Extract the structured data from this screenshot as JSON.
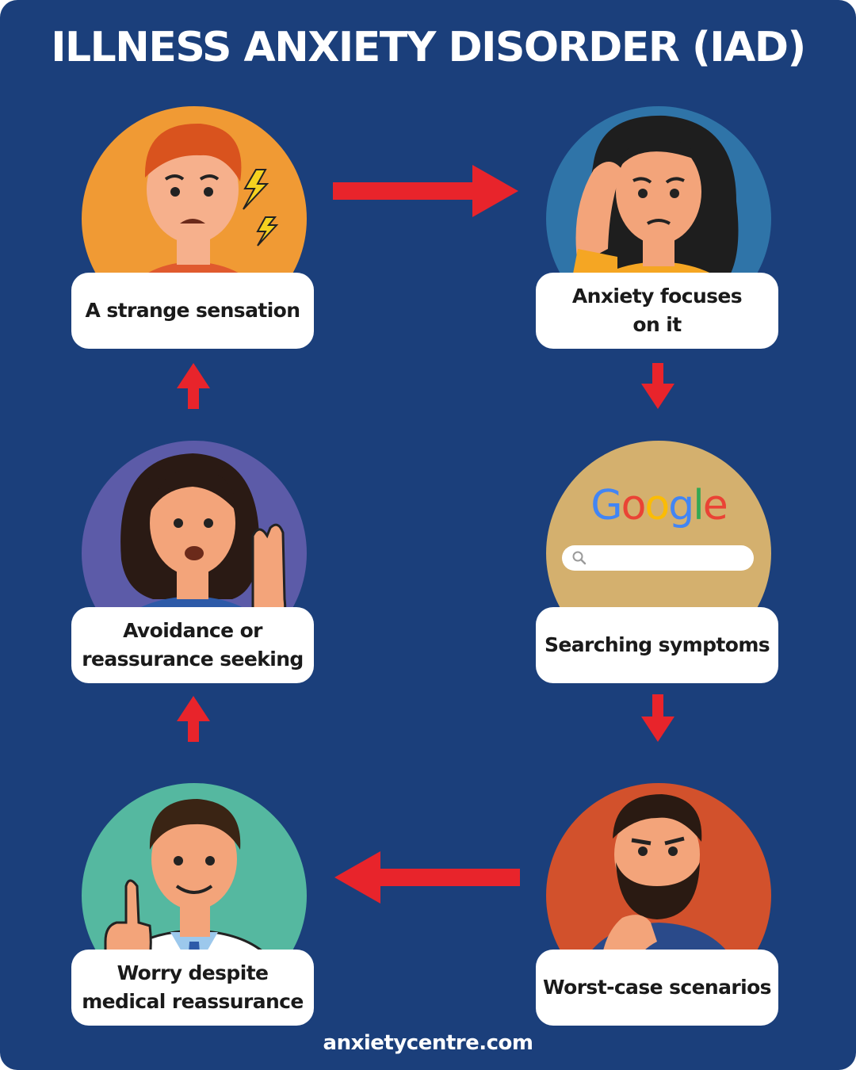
{
  "title": "ILLNESS ANXIETY DISORDER (IAD)",
  "footer": "anxietycentre.com",
  "colors": {
    "background": "#1b3f7b",
    "arrow": "#e8242b",
    "card": "#ffffff",
    "circle_sensation": "#f09a34",
    "circle_focus": "#2f74a8",
    "circle_search": "#d4b06e",
    "circle_worst_case": "#d2512c",
    "circle_worry": "#55b8a0",
    "circle_avoidance": "#5c5ba8"
  },
  "steps": {
    "sensation": {
      "label": "A strange sensation"
    },
    "focus": {
      "label": "Anxiety focuses\non it"
    },
    "search": {
      "label": "Searching symptoms",
      "logo_text": "Google",
      "search_icon": "search-icon"
    },
    "worst_case": {
      "label": "Worst-case scenarios"
    },
    "worry": {
      "label": "Worry despite\nmedical reassurance"
    },
    "avoidance": {
      "label": "Avoidance or\nreassurance seeking"
    }
  }
}
